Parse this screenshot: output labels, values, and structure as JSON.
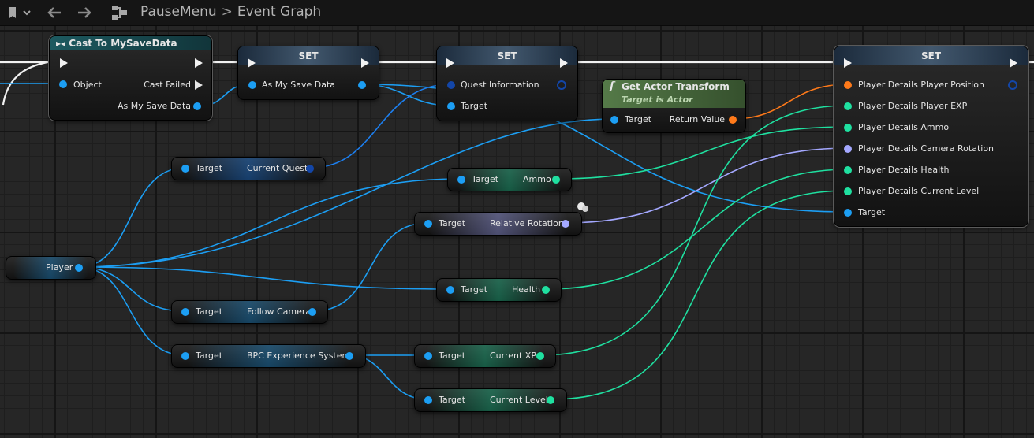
{
  "toolbar": {
    "breadcrumb_root": "PauseMenu",
    "breadcrumb_separator": ">",
    "breadcrumb_current": "Event Graph",
    "icons": [
      "bookmark-icon",
      "chevron-down-icon",
      "back-arrow-icon",
      "forward-arrow-icon",
      "graph-hierarchy-icon"
    ]
  },
  "colors": {
    "object_pin": "#1c9ef3",
    "struct_pin": "#1c7ff0",
    "integer_pin": "#1fe0a0",
    "rotator_pin": "#a4a8ff",
    "vector_pin": "#ff7a1a",
    "exec_pin": "#f2f2f2"
  },
  "nodes": {
    "cast": {
      "title": "Cast To MySaveData",
      "object_pin": "Object",
      "cast_failed_pin": "Cast Failed",
      "as_pin": "As My Save Data"
    },
    "set1": {
      "title": "SET",
      "pin": "As My Save Data"
    },
    "set2": {
      "title": "SET",
      "pin_quest": "Quest Information",
      "pin_target": "Target"
    },
    "get_actor_transform": {
      "title": "Get Actor Transform",
      "subtitle": "Target is Actor",
      "in_pin": "Target",
      "out_pin": "Return Value"
    },
    "set3": {
      "title": "SET",
      "pins": [
        "Player Details Player Position",
        "Player Details Player EXP",
        "Player Details Ammo",
        "Player Details Camera Rotation",
        "Player Details Health",
        "Player Details Current Level",
        "Target"
      ]
    },
    "player": {
      "label": "Player"
    },
    "current_quest": {
      "in": "Target",
      "out": "Current Quest"
    },
    "ammo": {
      "in": "Target",
      "out": "Ammo"
    },
    "relative_rotation": {
      "in": "Target",
      "out": "Relative Rotation"
    },
    "health": {
      "in": "Target",
      "out": "Health"
    },
    "follow_camera": {
      "in": "Target",
      "out": "Follow Camera"
    },
    "bpc_experience": {
      "in": "Target",
      "out": "BPC Experience System"
    },
    "current_xp": {
      "in": "Target",
      "out": "Current XP"
    },
    "current_level": {
      "in": "Target",
      "out": "Current Level"
    }
  }
}
